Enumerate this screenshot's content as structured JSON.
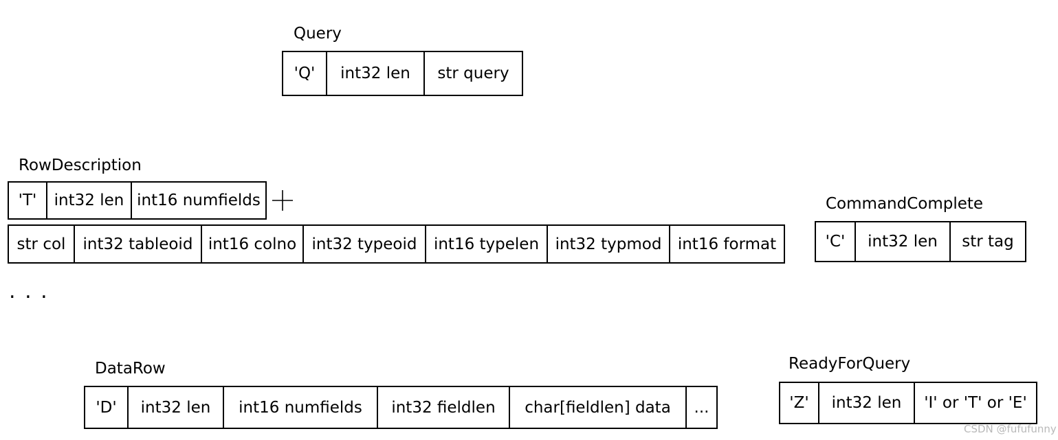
{
  "messages": {
    "query": {
      "title": "Query",
      "cells": [
        "'Q'",
        "int32 len",
        "str query"
      ]
    },
    "row_description": {
      "title": "RowDescription",
      "separator_icon": "plus-icon",
      "header_cells": [
        "'T'",
        "int32 len",
        "int16 numfields"
      ],
      "field_cells": [
        "str col",
        "int32 tableoid",
        "int16 colno",
        "int32 typeoid",
        "int16 typelen",
        "int32 typmod",
        "int16 format"
      ]
    },
    "command_complete": {
      "title": "CommandComplete",
      "cells": [
        "'C'",
        "int32 len",
        "str tag"
      ]
    },
    "repeat_ellipsis": ". . .",
    "data_row": {
      "title": "DataRow",
      "cells": [
        "'D'",
        "int32 len",
        "int16 numfields",
        "int32 fieldlen",
        "char[fieldlen] data",
        "..."
      ]
    },
    "ready_for_query": {
      "title": "ReadyForQuery",
      "cells": [
        "'Z'",
        "int32 len",
        "'I' or 'T' or 'E'"
      ]
    }
  },
  "watermark": "CSDN @fufufunny",
  "colors": {
    "border": "#000000",
    "text": "#000000",
    "background": "#ffffff",
    "watermark": "#b9b9b9"
  }
}
